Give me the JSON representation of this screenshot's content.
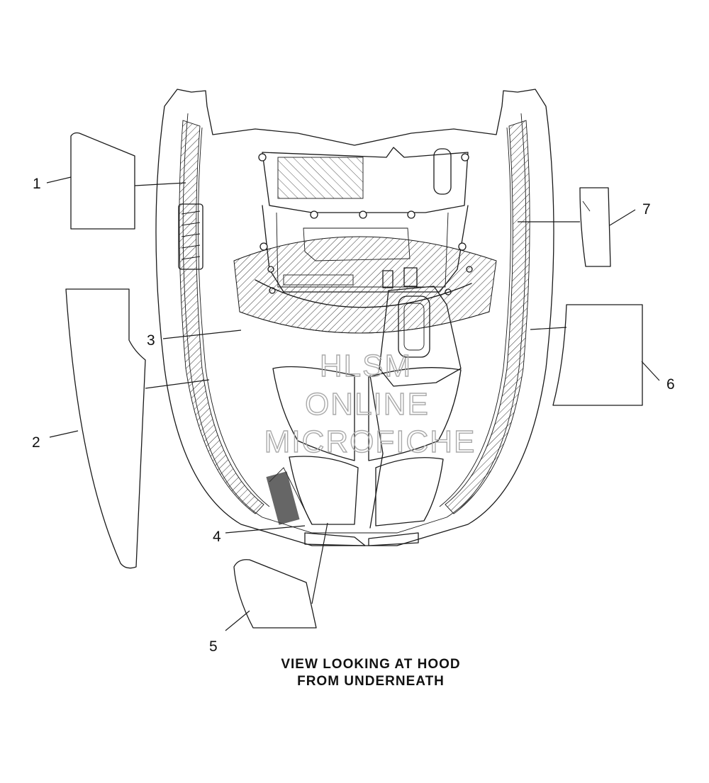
{
  "diagram": {
    "callouts": [
      "1",
      "2",
      "3",
      "4",
      "5",
      "6",
      "7"
    ],
    "caption": [
      "VIEW LOOKING AT HOOD",
      "FROM UNDERNEATH"
    ],
    "watermark": [
      "HLSM",
      "ONLINE",
      "MICROFICHE"
    ]
  },
  "colors": {
    "line": "#1a1a1a",
    "background": "#ffffff",
    "watermark": "#aaaaaa"
  }
}
